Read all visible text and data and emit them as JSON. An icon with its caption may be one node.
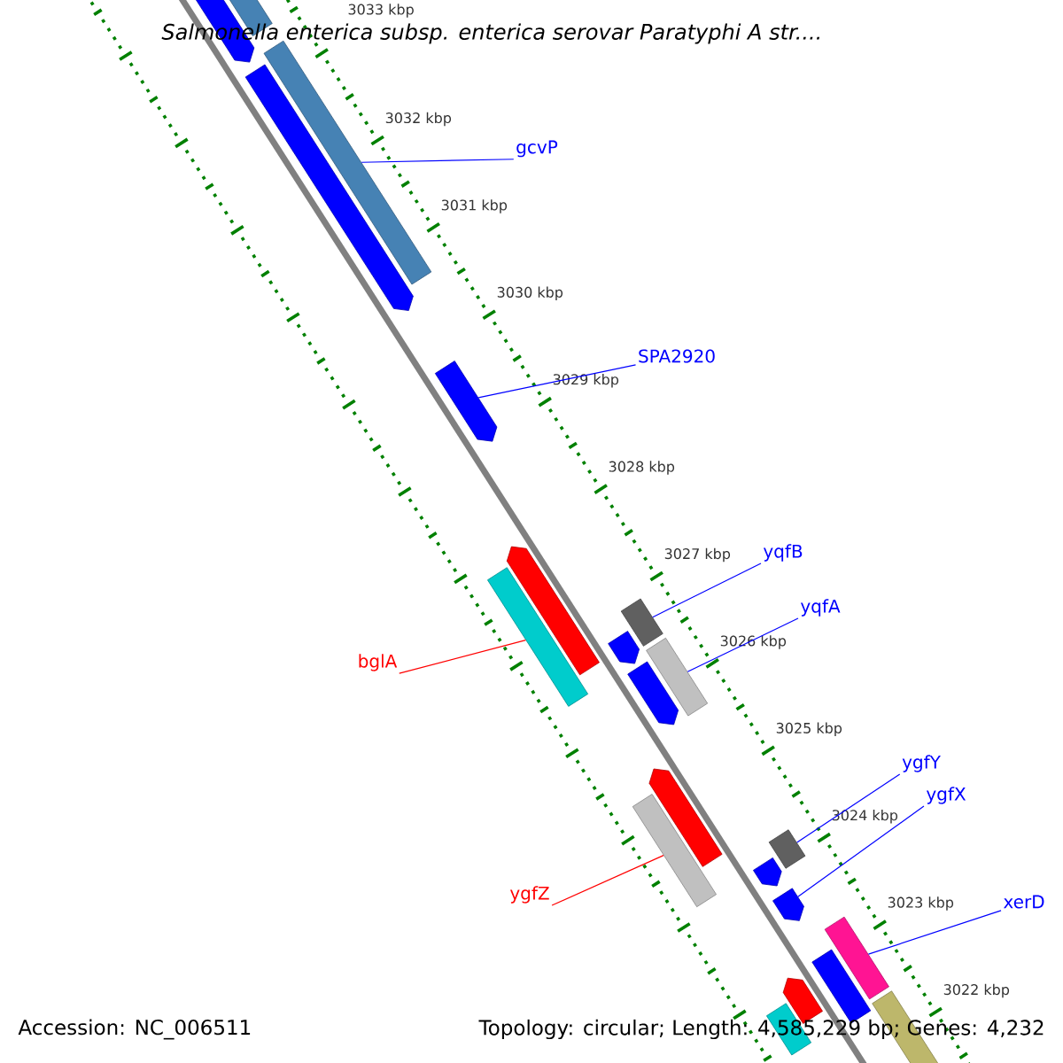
{
  "diagram": {
    "title": "Salmonella enterica subsp. enterica serovar Paratyphi A str....",
    "nodes": [
      {
        "text": [
          "gcvP"
        ]
      },
      {
        "text": [
          "SPA2920"
        ]
      },
      {
        "text": [
          "yqfB"
        ]
      },
      {
        "text": [
          "yqfA"
        ]
      },
      {
        "text": [
          "bglA"
        ]
      },
      {
        "text": [
          "ygfZ"
        ]
      },
      {
        "text": [
          "ygfY"
        ]
      },
      {
        "text": [
          "ygfX"
        ]
      },
      {
        "text": [
          "xerD"
        ]
      },
      {
        "text": [],
        "shape": "arrow"
      },
      {
        "text": [],
        "shape": "bar"
      },
      {
        "text": [],
        "shape": "arrow"
      },
      {
        "text": [],
        "shape": "bar"
      },
      {
        "text": [],
        "shape": "arrow"
      },
      {
        "text": [],
        "shape": "arrow"
      },
      {
        "text": [],
        "shape": "bar"
      },
      {
        "text": [],
        "shape": "arrow"
      },
      {
        "text": [],
        "shape": "bar"
      },
      {
        "text": [],
        "shape": "arrow"
      },
      {
        "text": [],
        "shape": "bar"
      },
      {
        "text": [],
        "shape": "arrow"
      },
      {
        "text": [],
        "shape": "bar"
      },
      {
        "text": [],
        "shape": "bar"
      },
      {
        "text": [],
        "shape": "arrow"
      },
      {
        "text": [],
        "shape": "arrow"
      },
      {
        "text": [],
        "shape": "arrow"
      },
      {
        "text": [],
        "shape": "bar"
      },
      {
        "text": [],
        "shape": "bar"
      },
      {
        "text": [],
        "shape": "bar"
      },
      {
        "text": [],
        "shape": "bar"
      }
    ],
    "edges": [
      {
        "from": 0,
        "to": 12,
        "arrow": "none"
      },
      {
        "from": 1,
        "to": 13,
        "arrow": "none"
      },
      {
        "from": 2,
        "to": 17,
        "arrow": "none"
      },
      {
        "from": 3,
        "to": 19,
        "arrow": "none"
      },
      {
        "from": 4,
        "to": 15,
        "arrow": "none",
        "color": "#ff0000"
      },
      {
        "from": 5,
        "to": 21,
        "arrow": "none",
        "color": "#ff0000"
      },
      {
        "from": 6,
        "to": 22,
        "arrow": "none"
      },
      {
        "from": 7,
        "to": 24,
        "arrow": "none"
      },
      {
        "from": 8,
        "to": 28,
        "arrow": "none"
      }
    ],
    "labels": [
      "3033 kbp",
      "3032 kbp",
      "3031 kbp",
      "3030 kbp",
      "3029 kbp",
      "3028 kbp",
      "3027 kbp",
      "3026 kbp",
      "3025 kbp",
      "3024 kbp",
      "3023 kbp",
      "3022 kbp",
      "Accession: NC_006511",
      "Topology: circular; Length: 4,585,229 bp; Genes: 4,232"
    ]
  }
}
